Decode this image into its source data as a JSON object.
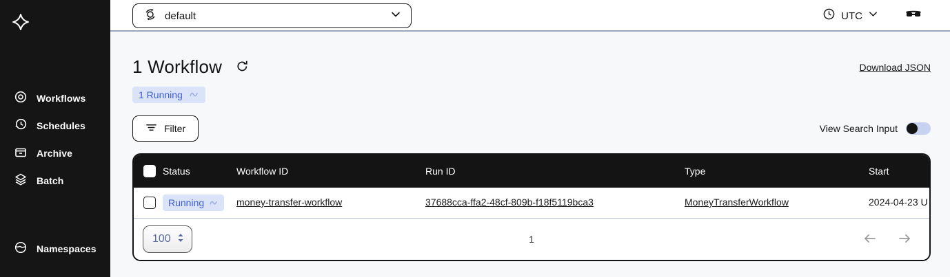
{
  "sidebar": {
    "items": [
      {
        "label": "Workflows",
        "icon": "target-icon"
      },
      {
        "label": "Schedules",
        "icon": "clock-refresh-icon"
      },
      {
        "label": "Archive",
        "icon": "archive-box-icon"
      },
      {
        "label": "Batch",
        "icon": "layers-icon"
      },
      {
        "label": "Namespaces",
        "icon": "globe-icon"
      }
    ]
  },
  "topbar": {
    "namespace_selected": "default",
    "timezone": "UTC",
    "icons": [
      "namespace-icon",
      "chevron-down-icon",
      "clock-icon",
      "glasses-icon"
    ]
  },
  "main": {
    "title": "1 Workflow",
    "running_badge": "1 Running",
    "download_link": "Download JSON",
    "filter_label": "Filter",
    "toggle_label": "View Search Input",
    "toggle_state": "off"
  },
  "table": {
    "headers": {
      "status": "Status",
      "workflow_id": "Workflow ID",
      "run_id": "Run ID",
      "type": "Type",
      "start": "Start"
    },
    "rows": [
      {
        "status": "Running",
        "workflow_id": "money-transfer-workflow",
        "run_id": "37688cca-ffa2-48cf-809b-f18f5119bca3",
        "type": "MoneyTransferWorkflow",
        "start": "2024-04-23 U"
      }
    ],
    "pagination": {
      "page_size": "100",
      "current_page": "1"
    }
  },
  "colors": {
    "sidebar_bg": "#151515",
    "accent_blue": "#3e5fd9",
    "badge_bg": "#dbe3f8",
    "header_border": "#9aa6c0",
    "row_divider": "#b9c3da",
    "table_border": "#141414",
    "toggle_track": "#c6d2f0",
    "page_bg": "#f7f8fa"
  }
}
